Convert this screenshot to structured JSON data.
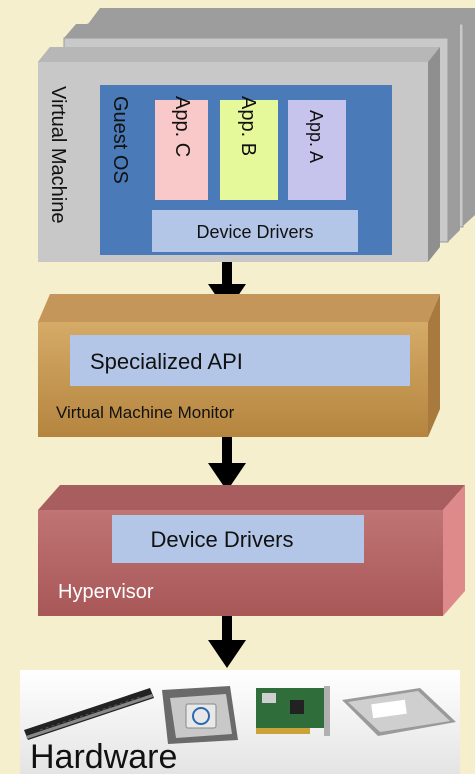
{
  "virtual_machine": {
    "label": "Virtual Machine",
    "guest_os": {
      "label": "Guest OS",
      "apps": [
        {
          "label": "App. C",
          "color": "#f9c8c8"
        },
        {
          "label": "App. B",
          "color": "#e5f99a"
        },
        {
          "label": "App. A",
          "color": "#c6c3ec"
        }
      ],
      "device_drivers": "Device Drivers"
    }
  },
  "vmm": {
    "label": "Virtual Machine Monitor",
    "api_label": "Specialized API"
  },
  "hypervisor": {
    "label": "Hypervisor",
    "device_drivers": "Device Drivers"
  },
  "hardware": {
    "label": "Hardware",
    "items": [
      "memory-module",
      "cpu-chip",
      "network-card",
      "hard-drive"
    ]
  },
  "colors": {
    "background": "#f5efcd",
    "vm_face": "#c8c8c8",
    "guest_os": "#4a7ab8",
    "driver_box": "#b4c6e7",
    "vmm_face": "#c79a55",
    "hypervisor_face": "#b56868",
    "arrow": "#000000"
  }
}
